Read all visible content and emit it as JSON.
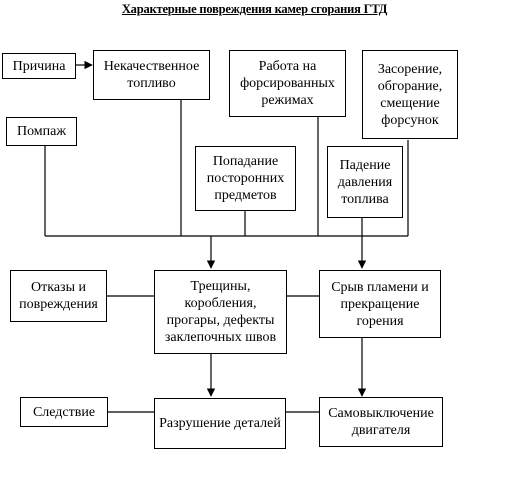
{
  "title": "Характерные повреждения камер сгорания ГТД",
  "nodes": {
    "prichina": "Причина",
    "nekach_toplivo": "Некачественное топливо",
    "forsir": "Работа на форсированных режимах",
    "zasorenie": "Засорение, обгорание, смещение форсунок",
    "pompazh": "Помпаж",
    "popadanie": "Попадание посторонних предметов",
    "padenie": "Падение давления топлива",
    "otkazy": "Отказы и повреждения",
    "treshchiny": "Трещины, коробления, прогары, дефекты заклепочных швов",
    "sryv": "Срыв пламени и прекращение горения",
    "sledstvie": "Следствие",
    "razrushenie": "Разрушение деталей",
    "samovykl": "Самовыключение двигателя"
  },
  "colors": {
    "line": "#000000",
    "box_border": "#000000",
    "background": "#ffffff"
  }
}
